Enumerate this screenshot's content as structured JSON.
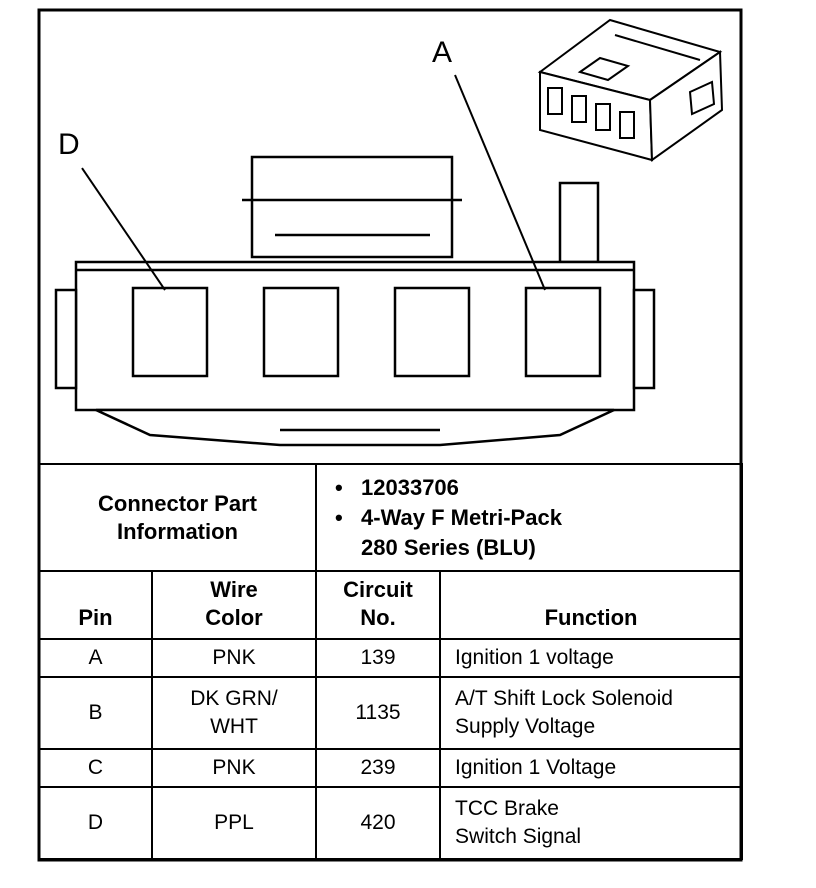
{
  "diagram": {
    "callouts": [
      {
        "id": "A",
        "label": "A"
      },
      {
        "id": "D",
        "label": "D"
      }
    ]
  },
  "connector_info": {
    "label_line1": "Connector Part",
    "label_line2": "Information",
    "part_number": "12033706",
    "description_line1": "4-Way F Metri-Pack",
    "description_line2": "280 Series (BLU)",
    "bullet": "•"
  },
  "table": {
    "headers": {
      "pin": "Pin",
      "wire_color_line1": "Wire",
      "wire_color_line2": "Color",
      "circuit_line1": "Circuit",
      "circuit_line2": "No.",
      "function": "Function"
    },
    "rows": [
      {
        "pin": "A",
        "wire1": "PNK",
        "wire2": "",
        "circuit": "139",
        "func1": "Ignition 1 voltage",
        "func2": ""
      },
      {
        "pin": "B",
        "wire1": "DK GRN/",
        "wire2": "WHT",
        "circuit": "1135",
        "func1": "A/T Shift Lock Solenoid",
        "func2": "Supply Voltage"
      },
      {
        "pin": "C",
        "wire1": "PNK",
        "wire2": "",
        "circuit": "239",
        "func1": "Ignition 1 Voltage",
        "func2": ""
      },
      {
        "pin": "D",
        "wire1": "PPL",
        "wire2": "",
        "circuit": "420",
        "func1": "TCC Brake",
        "func2": "Switch Signal"
      }
    ]
  }
}
